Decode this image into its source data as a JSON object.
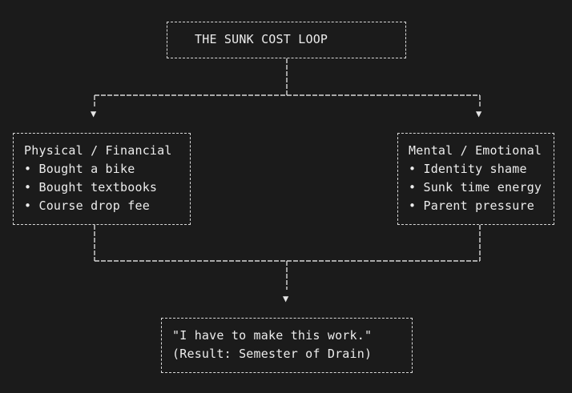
{
  "diagram": {
    "title": "THE SUNK COST LOOP",
    "left_box": {
      "heading": "Physical / Financial",
      "items": [
        "• Bought a bike",
        "• Bought textbooks",
        "• Course drop fee"
      ]
    },
    "right_box": {
      "heading": "Mental / Emotional",
      "items": [
        "• Identity shame",
        "• Sunk time energy",
        "• Parent pressure"
      ]
    },
    "result_box": {
      "line1": "\"I have to make this work.\"",
      "line2": "(Result: Semester of Drain)"
    },
    "arrow_glyph": "▼"
  },
  "colors": {
    "background": "#1b1b1b",
    "foreground": "#e6e6e6"
  }
}
